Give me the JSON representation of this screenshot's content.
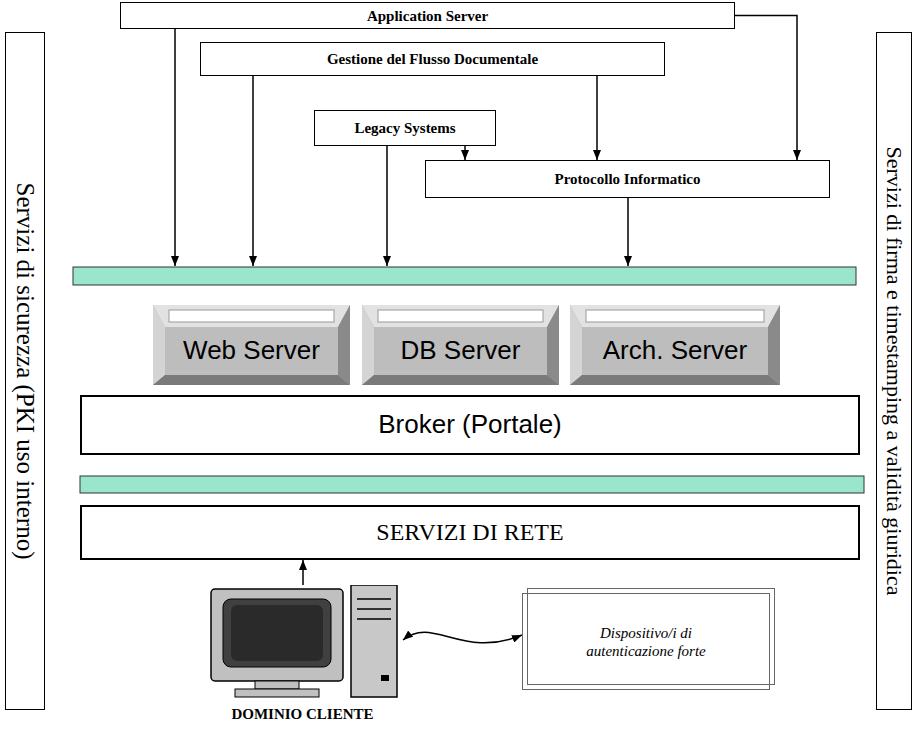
{
  "diagram": {
    "nodes": [
      {
        "text": [
          "Servizi di sicurezza (PKI uso interno)"
        ]
      },
      {
        "text": [
          "Application Server"
        ]
      },
      {
        "text": [
          "Gestione del Flusso Documentale"
        ]
      },
      {
        "text": [
          "Legacy Systems"
        ]
      },
      {
        "text": [
          "Protocollo Informatico"
        ]
      },
      {
        "text": [
          "Web Server"
        ]
      },
      {
        "text": [
          "DB Server"
        ]
      },
      {
        "text": [
          "Arch. Server"
        ]
      },
      {
        "text": [
          "Broker (Portale)"
        ]
      },
      {
        "text": [
          "SERVIZI DI RETE"
        ]
      },
      {
        "text": [
          "DOMINIO CLIENTE"
        ]
      },
      {
        "text": [
          "Dispositivo/i di autenticazione forte"
        ]
      },
      {
        "text": [
          "Servizi di firma e timestamping a validità giuridica"
        ]
      }
    ],
    "edges": [
      {
        "from": 1,
        "to": 4,
        "arrow": "to"
      },
      {
        "from": 2,
        "to": 4,
        "arrow": "to"
      },
      {
        "from": 3,
        "to": 4,
        "arrow": "to"
      },
      {
        "from": 10,
        "to": 9,
        "arrow": "to"
      },
      {
        "from": 10,
        "to": 11,
        "arrow": "both"
      }
    ]
  }
}
